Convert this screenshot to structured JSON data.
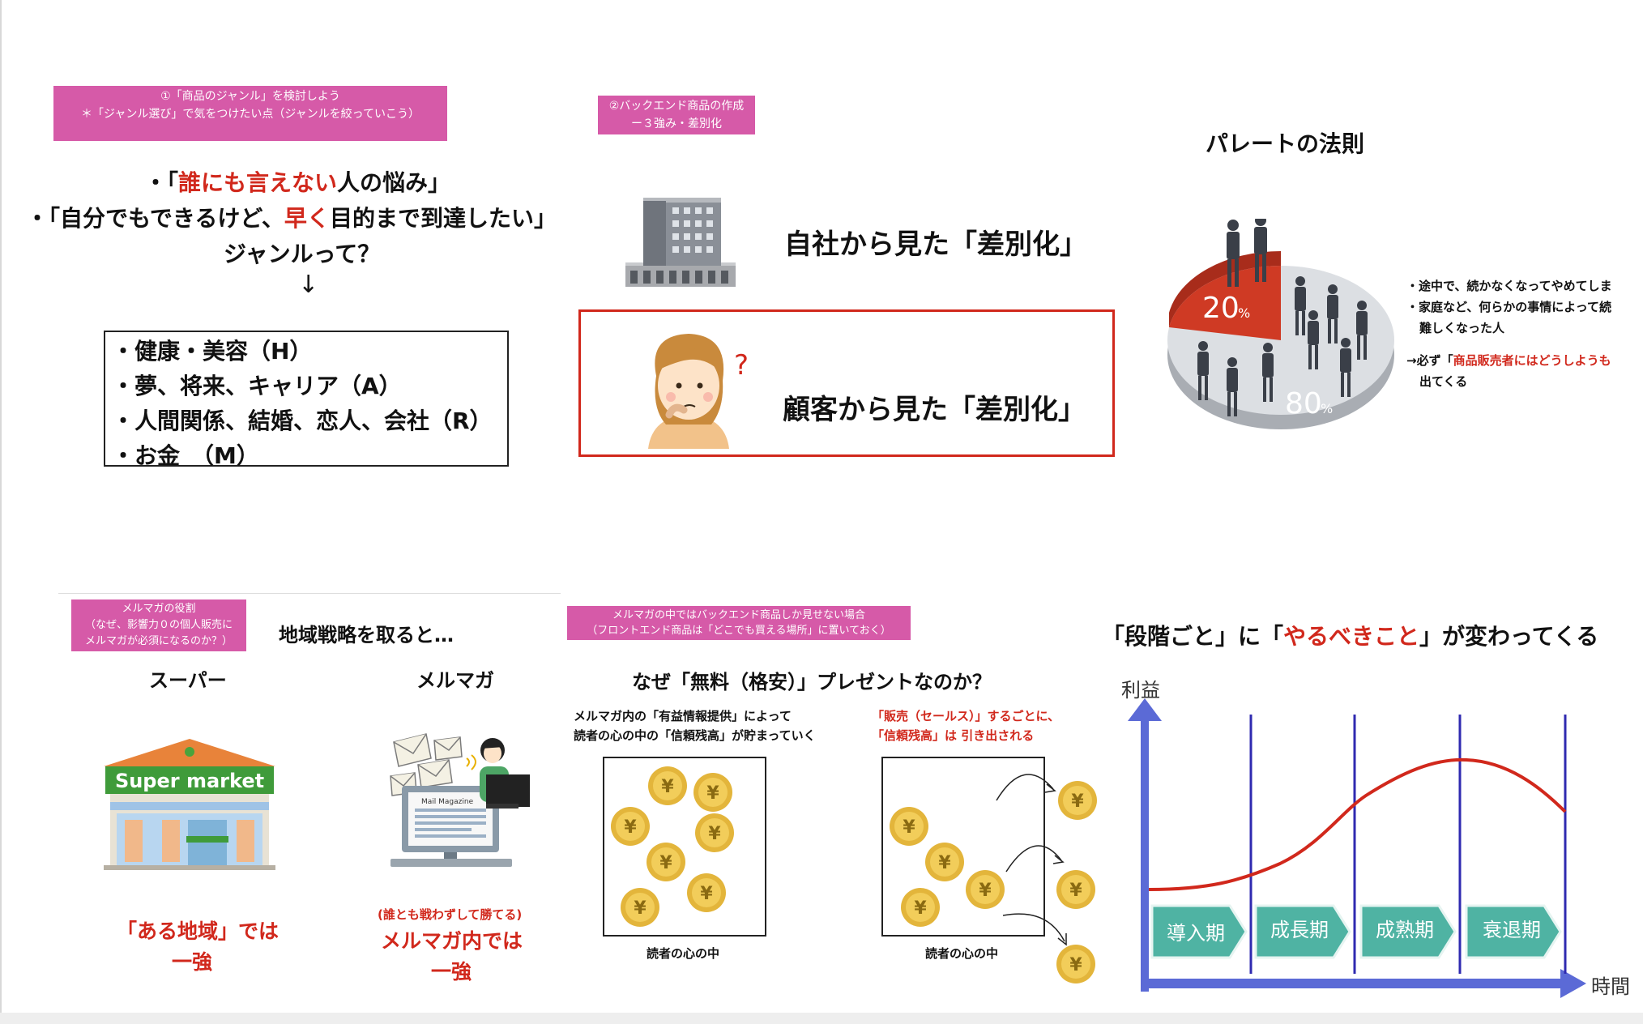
{
  "colors": {
    "pink": "#d65aa8",
    "red": "#d1281c",
    "blue_axis": "#5b6ad6",
    "teal": "#4fb3a3",
    "coin": "#e3b53b"
  },
  "s1": {
    "label1": "①「商品のジャンル」を検討しよう",
    "label2": "＊「ジャンル選び」で気をつけたい点（ジャンルを絞っていこう）",
    "line1_pre": "・「",
    "line1_red": "誰にも言えない",
    "line1_post": "人の悩み」",
    "line2_pre": "・「自分でもできるけど、",
    "line2_red": "早く",
    "line2_post": "目的まで到達したい」",
    "line3": "ジャンルって？",
    "arrow": "↓",
    "genres": [
      "・健康・美容（H）",
      "・夢、将来、キャリア（A）",
      "・人間関係、結婚、恋人、会社（R）",
      "・お金　（M）"
    ]
  },
  "s2": {
    "label1": "②バックエンド商品の作成",
    "label2": "ー３強み・差別化",
    "company": "自社から見た「差別化」",
    "customer": "顧客から見た「差別化」"
  },
  "s3": {
    "title": "パレートの法則",
    "p20": "20",
    "p80": "80",
    "pct": "%",
    "b1": "・途中で、続かなくなってやめてしま",
    "b2": "・家庭など、何らかの事情によって続",
    "b3": "難しくなった人",
    "b4_pre": "→必ず「",
    "b4_red": "商品販売者にはどうしようも",
    "b5": "出てくる"
  },
  "s4": {
    "label1": "メルマガの役割",
    "label2": "（なぜ、影響力０の個人販売に",
    "label3": "メルマガが必須になるのか？）",
    "title": "地域戦略を取ると…",
    "super": "スーパー",
    "mail": "メルマガ",
    "super_sign": "Super market",
    "mail_mag": "Mail Magazine",
    "super_cap1": "「ある地域」では",
    "super_cap2": "一強",
    "mail_cap0": "(誰とも戦わずして勝てる)",
    "mail_cap1": "メルマガ内では",
    "mail_cap2": "一強"
  },
  "s5": {
    "label1": "メルマガの中ではバックエンド商品しか見せない場合",
    "label2": "（フロントエンド商品は「どこでも買える場所」に置いておく）",
    "title": "なぜ「無料（格安）」プレゼントなのか？",
    "l1_pre": "メルマガ内の「",
    "l1_b": "有益情報提供",
    "l1_post": "」によって",
    "l2": "読者の心の中の「信頼残高」が貯まっていく",
    "r1": "「販売（セールス）」するごとに、",
    "r2_pre": "「信頼残高」は",
    "r2_post": "引き出される",
    "box_label": "読者の心の中",
    "yen": "¥"
  },
  "s6": {
    "title_pre": "「段階ごと」に「",
    "title_red": "やるべきこと",
    "title_post": "」が変わってくる",
    "ylabel": "利益",
    "xlabel": "時間",
    "stages": [
      "導入期",
      "成長期",
      "成熟期",
      "衰退期"
    ]
  }
}
